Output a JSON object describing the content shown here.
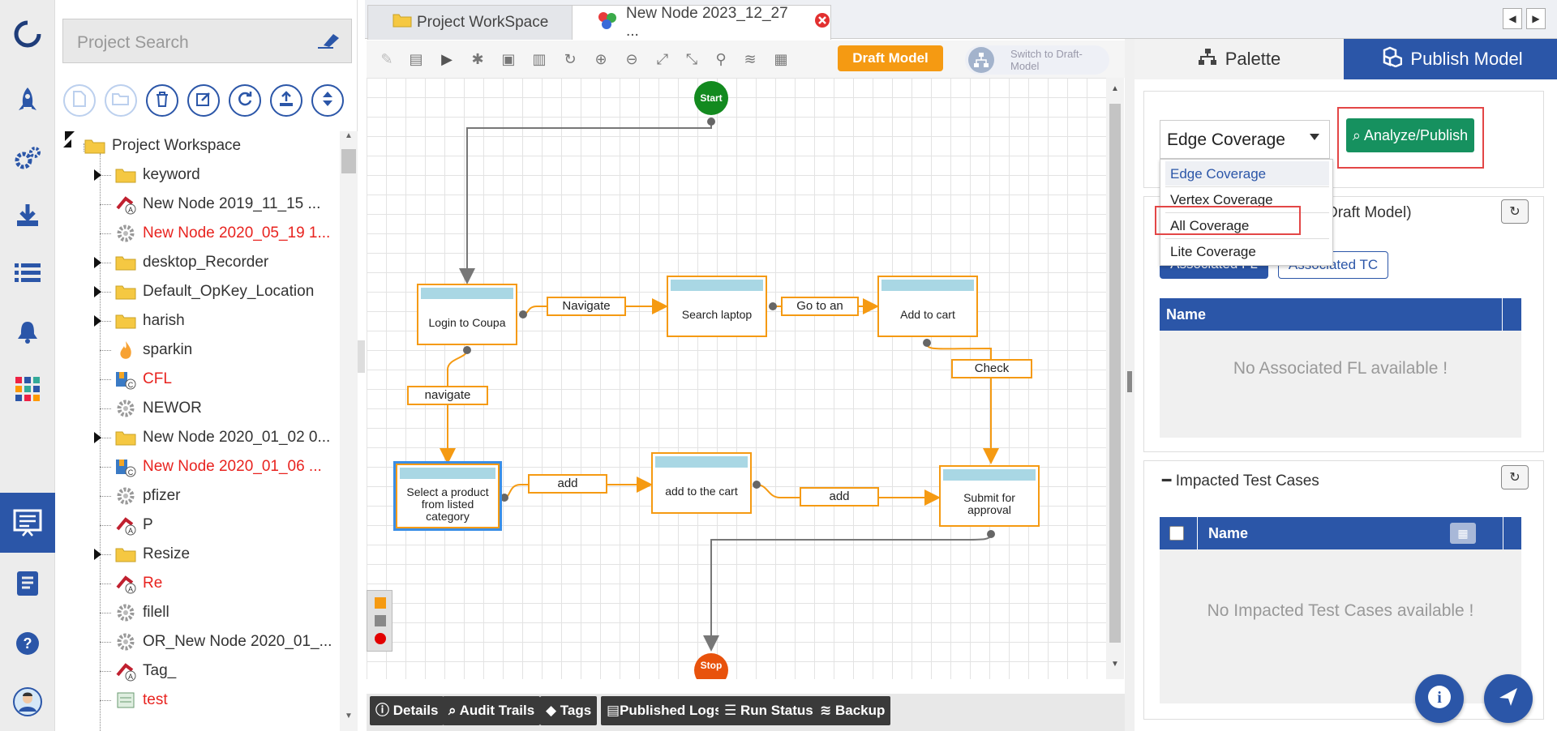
{
  "search": {
    "placeholder": "Project Search"
  },
  "tree": {
    "root": "Project Workspace",
    "items": [
      {
        "label": "keyword",
        "type": "folder",
        "red": false
      },
      {
        "label": "New Node 2019_11_15 ...",
        "type": "model",
        "red": false
      },
      {
        "label": "New Node 2020_05_19 1...",
        "type": "gear",
        "red": true
      },
      {
        "label": "desktop_Recorder",
        "type": "folder",
        "red": false
      },
      {
        "label": "Default_OpKey_Location",
        "type": "folder",
        "red": false
      },
      {
        "label": "harish",
        "type": "folder",
        "red": false
      },
      {
        "label": "sparkin",
        "type": "flame",
        "red": false
      },
      {
        "label": "CFL",
        "type": "cfl",
        "red": true
      },
      {
        "label": "NEWOR",
        "type": "gear",
        "red": false
      },
      {
        "label": "New Node 2020_01_02 0...",
        "type": "folder",
        "red": false
      },
      {
        "label": "New Node 2020_01_06 ...",
        "type": "cfl",
        "red": true
      },
      {
        "label": "pfizer",
        "type": "gear",
        "red": false
      },
      {
        "label": "P",
        "type": "model",
        "red": false
      },
      {
        "label": "Resize",
        "type": "folder",
        "red": false
      },
      {
        "label": "Re",
        "type": "model",
        "red": true
      },
      {
        "label": "filell",
        "type": "gear",
        "red": false
      },
      {
        "label": "OR_New Node 2020_01_...",
        "type": "gear",
        "red": false
      },
      {
        "label": "Tag_",
        "type": "model",
        "red": false
      },
      {
        "label": "test",
        "type": "suite",
        "red": true
      }
    ]
  },
  "tabs": {
    "workspace": "Project WorkSpace",
    "node": "New Node 2023_12_27 ..."
  },
  "toolbar": {
    "draft": "Draft Model",
    "switch": "Switch to Draft-Model"
  },
  "diagram": {
    "start": "Start",
    "stop": "Stop",
    "nodes": {
      "login": "Login to Coupa",
      "search": "Search laptop",
      "addcart": "Add to cart",
      "select": "Select a product from listed category",
      "addto": "add to the cart",
      "submit": "Submit for approval"
    },
    "edges": {
      "navigate": "Navigate",
      "goto": "Go to an",
      "check": "Check",
      "navigate2": "navigate",
      "add1": "add",
      "add2": "add"
    }
  },
  "bottom": {
    "details": "Details",
    "audit": "Audit Trails",
    "tags": "Tags",
    "logs": "Published Logs",
    "run": "Run Status",
    "backup": "Backup"
  },
  "right": {
    "palette": "Palette",
    "publish": "Publish Model",
    "coverage_selected": "Edge Coverage",
    "analyze": "Analyze/Publish",
    "options": [
      "Edge Coverage",
      "Vertex Coverage",
      "All Coverage",
      "Lite Coverage"
    ],
    "panel1_title_fragment": "Draft Model)",
    "fl_tab": "Associated FL",
    "tc_tab": "Associated TC",
    "col_name": "Name",
    "no_fl": "No Associated FL available !",
    "impacted_title": "Impacted Test Cases",
    "no_tc": "No Impacted Test Cases available !"
  },
  "colors": {
    "accent": "#2b56a8",
    "node_border": "#f59a12",
    "analyze": "#16915f",
    "highlight": "#e34646"
  }
}
